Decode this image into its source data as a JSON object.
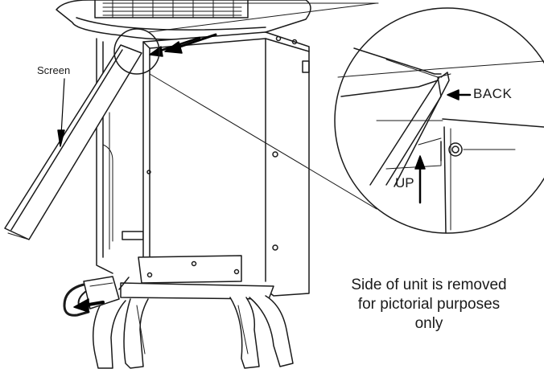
{
  "labels": {
    "screen": "Screen",
    "back": "BACK",
    "up": "UP"
  },
  "note": {
    "line1": "Side of unit is removed",
    "line2": "for pictorial purposes",
    "line3": "only"
  },
  "colors": {
    "ink": "#1a1a1a",
    "background": "#ffffff"
  }
}
